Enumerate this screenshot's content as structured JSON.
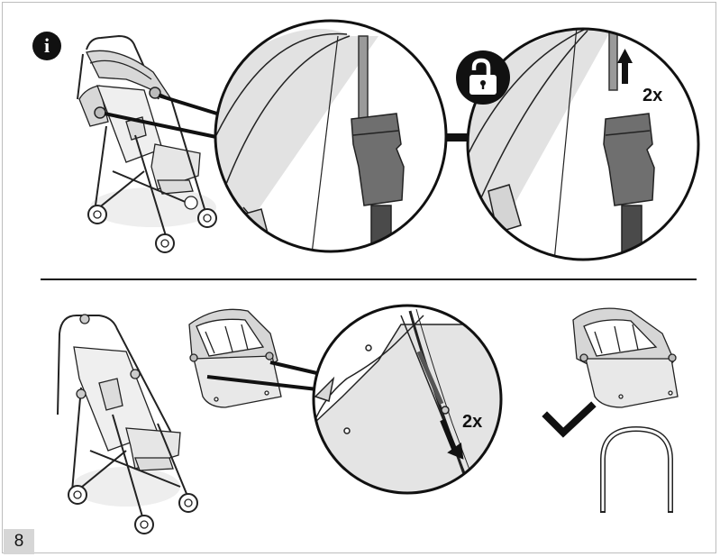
{
  "info_symbol": "i",
  "steps": {
    "top": {
      "repeat_label": "2x"
    },
    "bottom": {
      "repeat_label": "2x"
    }
  },
  "page_number": "8",
  "icons": [
    "info-icon",
    "unlock-icon",
    "arrow-up-icon",
    "arrow-down-icon",
    "checkmark-icon"
  ]
}
